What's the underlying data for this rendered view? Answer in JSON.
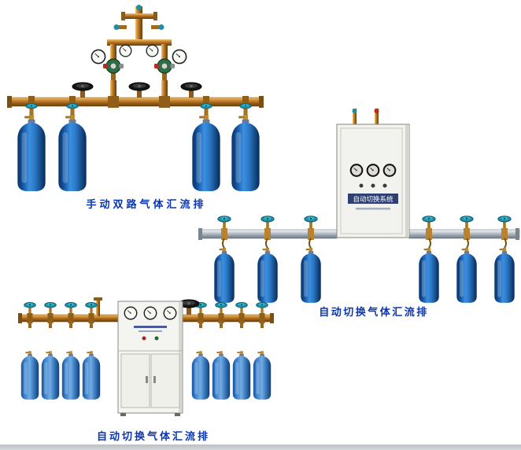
{
  "page": {
    "background": "#ffffff",
    "bottom_strip_color": "#ccd2d6"
  },
  "products": [
    {
      "id": "manual-dual-manifold",
      "caption": "手动双路气体汇流排",
      "cylinder_count": 4
    },
    {
      "id": "auto-switch-manifold-wall-cabinet",
      "caption": "自动切换气体汇流排",
      "cylinder_count": 6,
      "cabinet": {
        "title": "自动切换系统"
      }
    },
    {
      "id": "auto-switch-manifold-floor-cabinet",
      "caption": "自动切换气体汇流排",
      "cylinder_count": 8
    }
  ],
  "colors": {
    "caption_text": "#0a36b0",
    "cylinder_dark_blue": "#1563b8",
    "cylinder_light_blue": "#4a8fd4",
    "brass_pipe": "#c8863a",
    "silver_pipe": "#c2cad2",
    "teal_handwheel": "#1d8fa6",
    "black_handwheel": "#151515",
    "cabinet_body": "#f2f2ee"
  }
}
